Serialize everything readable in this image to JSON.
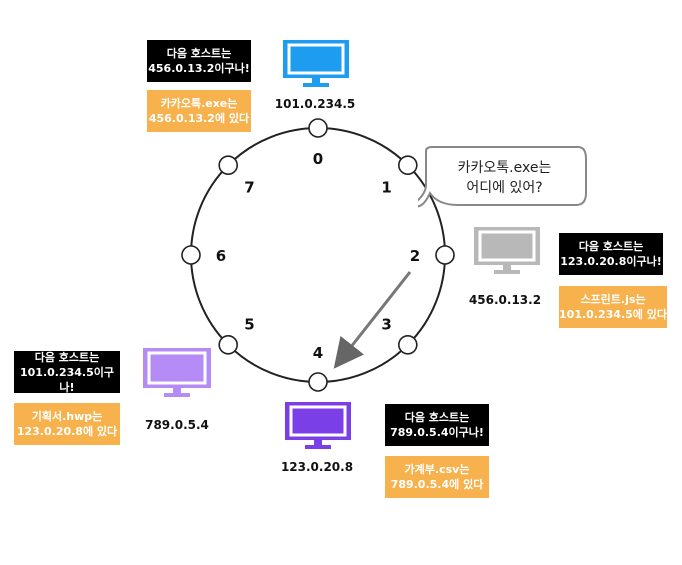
{
  "ring": {
    "numbers": [
      "0",
      "1",
      "2",
      "3",
      "4",
      "5",
      "6",
      "7"
    ]
  },
  "colors": {
    "blue": "#1e9cf0",
    "gray": "#b8b8b8",
    "lavender": "#b58cf5",
    "purple": "#7b3fe8",
    "orange": "#f7b24e",
    "black": "#000000"
  },
  "nodes": [
    {
      "ip": "101.0.234.5",
      "color_key": "blue",
      "next_host_line1": "다음 호스트는",
      "next_host_line2": "456.0.13.2이구나!",
      "file_line1": "카카오톡.exe는",
      "file_line2": "456.0.13.2에 있다"
    },
    {
      "ip": "456.0.13.2",
      "color_key": "gray",
      "next_host_line1": "다음 호스트는",
      "next_host_line2": "123.0.20.8이구나!",
      "file_line1": "스프린트.js는",
      "file_line2": "101.0.234.5에 있다"
    },
    {
      "ip": "123.0.20.8",
      "color_key": "purple",
      "next_host_line1": "다음 호스트는",
      "next_host_line2": "789.0.5.4이구나!",
      "file_line1": "가계부.csv는",
      "file_line2": "789.0.5.4에 있다"
    },
    {
      "ip": "789.0.5.4",
      "color_key": "lavender",
      "next_host_line1": "다음 호스트는",
      "next_host_line2": "101.0.234.5이구나!",
      "file_line1": "기획서.hwp는",
      "file_line2": "123.0.20.8에 있다"
    }
  ],
  "query_bubble": {
    "line1": "카카오톡.exe는",
    "line2": "어디에 있어?"
  }
}
